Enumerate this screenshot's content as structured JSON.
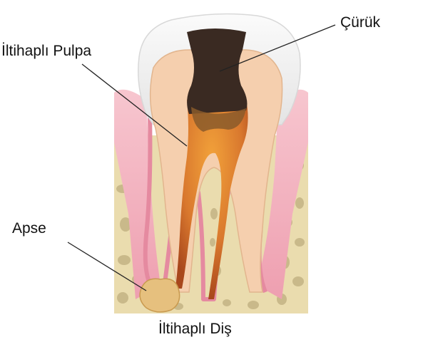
{
  "labels": {
    "caries": "Çürük",
    "inflamed_pulp": "İltihaplı Pulpa",
    "abscess": "Apse",
    "caption": "İltihaplı Diş"
  },
  "colors": {
    "bone": "#eadcae",
    "bone_pore": "#c9b98a",
    "gum": "#f3b4c0",
    "gum_edge": "#e58aa0",
    "enamel": "#f2f2f2",
    "dentin": "#f5cfae",
    "pulp": "#d9782e",
    "decay": "#3a2a22",
    "abscess": "#e6c07e",
    "leader_line": "#222222"
  }
}
